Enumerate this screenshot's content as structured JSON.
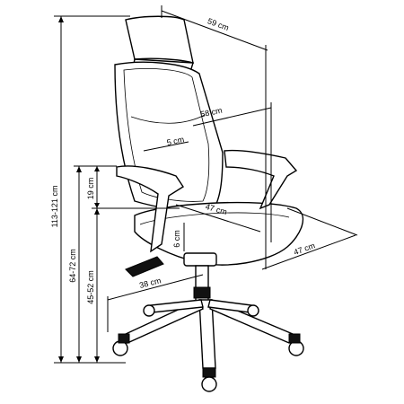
{
  "dimensions": {
    "overall_height": "113-121 cm",
    "seat_height": "64-72 cm",
    "seat_to_floor": "45-52 cm",
    "armrest_height": "19 cm",
    "back_width": "59 cm",
    "back_width_lower": "58 cm",
    "back_frame": "5 cm",
    "seat_width": "47 cm",
    "seat_depth": "47 cm",
    "seat_thickness": "6 cm",
    "base_radius": "38 cm"
  },
  "colors": {
    "line": "#000000",
    "background": "#ffffff"
  }
}
